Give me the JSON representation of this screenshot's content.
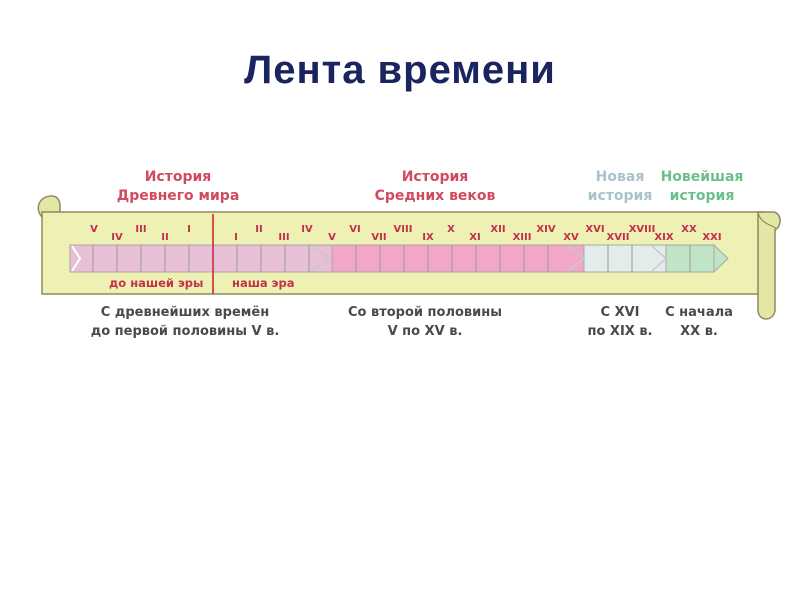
{
  "title": "Лента времени",
  "periods": {
    "ancient": {
      "line1": "История",
      "line2": "Древнего мира",
      "color": "#d24a5e"
    },
    "medieval": {
      "line1": "История",
      "line2": "Средних веков",
      "color": "#d24a5e"
    },
    "modern": {
      "line1": "Новая",
      "line2": "история",
      "color": "#a9c3cc"
    },
    "newest": {
      "line1": "Новейшая",
      "line2": "история",
      "color": "#6cbf8a"
    }
  },
  "era": {
    "bc": "до нашей эры",
    "ad": "наша эра"
  },
  "centuries_bc": [
    "V",
    "IV",
    "III",
    "II",
    "I"
  ],
  "centuries_ad": [
    "I",
    "II",
    "III",
    "IV",
    "V",
    "VI",
    "VII",
    "VIII",
    "IX",
    "X",
    "XI",
    "XII",
    "XIII",
    "XIV",
    "XV",
    "XVI",
    "XVII",
    "XVIII",
    "XIX",
    "XX",
    "XXI"
  ],
  "captions": {
    "ancient": {
      "line1": "С древнейших времён",
      "line2": "до первой половины V в."
    },
    "medieval": {
      "line1": "Со второй половины",
      "line2": "V по XV в."
    },
    "modern": {
      "line1": "С XVI",
      "line2": "по XIX в."
    },
    "newest": {
      "line1": "С начала",
      "line2": "XX в."
    }
  },
  "colors": {
    "scroll": "#eef0b4",
    "scroll_edge": "#8c8c5c",
    "divider": "#cc2a3c",
    "ancient_band": "#e7bfd6",
    "medieval_band": "#f2a6c8",
    "modern_band": "#e4eceb",
    "newest_band": "#bfe4c6"
  }
}
